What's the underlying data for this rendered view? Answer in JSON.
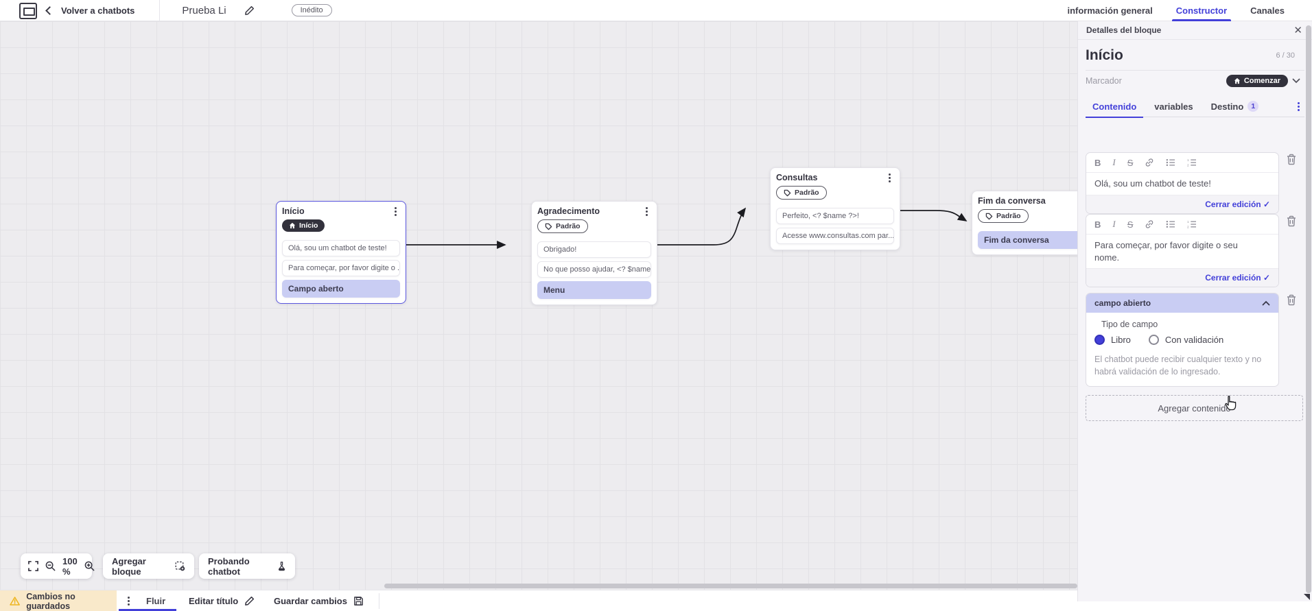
{
  "topbar": {
    "back_label": "Volver a chatbots",
    "title": "Prueba Li",
    "status_badge": "Inédito",
    "tabs": {
      "general": "información general",
      "constructor": "Constructor",
      "canales": "Canales"
    }
  },
  "canvas": {
    "zoom_level": "100 %",
    "add_block_label": "Agregar bloque",
    "test_label": "Probando chatbot",
    "nodes": [
      {
        "title": "Início",
        "badge": "Início",
        "items": [
          "Olá, sou um chatbot de teste!",
          "Para começar, por favor digite o ...",
          "Campo aberto"
        ]
      },
      {
        "title": "Agradecimento",
        "badge": "Padrão",
        "items": [
          "Obrigado!",
          "No que posso ajudar, <? $name ...",
          "Menu"
        ]
      },
      {
        "title": "Consultas",
        "badge": "Padrão",
        "items": [
          "Perfeito, <? $name ?>!",
          "Acesse www.consultas.com par..."
        ]
      },
      {
        "title": "Fim da conversa",
        "badge": "Padrão",
        "items": [
          "Fim da conversa"
        ]
      }
    ]
  },
  "panel": {
    "header": "Detalles del bloque",
    "block_name": "Início",
    "char_counter": "6 / 30",
    "marker_label": "Marcador",
    "marker_value": "Comenzar",
    "tabs": {
      "contenido": "Contenido",
      "variables": "variables",
      "destino": "Destino",
      "destino_badge": "1"
    },
    "editor1": {
      "text": "Olá, sou um chatbot de teste!",
      "close_label": "Cerrar edición"
    },
    "editor2": {
      "text": "Para começar, por favor digite o seu nome.",
      "close_label": "Cerrar edición"
    },
    "open_field": {
      "header": "campo abierto",
      "type_label": "Tipo de campo",
      "option_free": "Libro",
      "option_validated": "Con validación",
      "helper": "El chatbot puede recibir cualquier texto y no habrá validación de lo ingresado."
    },
    "add_content_label": "Agregar contenido"
  },
  "bottombar": {
    "unsaved_label": "Cambios no guardados",
    "flow_tab": "Fluir",
    "edit_title_label": "Editar título",
    "save_label": "Guardar cambios"
  },
  "colors": {
    "accent": "#4340d9",
    "dark_pill": "#32313c",
    "purple_card": "#c9cdf3",
    "warning_bg": "#f9e9ca"
  }
}
